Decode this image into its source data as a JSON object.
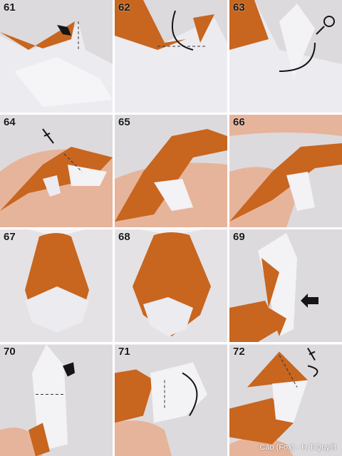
{
  "steps": [
    {
      "number": "61"
    },
    {
      "number": "62"
    },
    {
      "number": "63"
    },
    {
      "number": "64"
    },
    {
      "number": "65"
    },
    {
      "number": "66"
    },
    {
      "number": "67"
    },
    {
      "number": "68"
    },
    {
      "number": "69"
    },
    {
      "number": "70"
    },
    {
      "number": "71"
    },
    {
      "number": "72"
    }
  ],
  "caption": "Cáo (Fox) - H.T.Quyết",
  "colors": {
    "paper_orange": "#c8651e",
    "paper_white": "#ecebf0",
    "skin": "#e6b49a",
    "background": "#e4e2e5",
    "arrow": "#151515"
  },
  "icons": [
    "push-arrow-icon",
    "fold-arrow-icon",
    "curved-arrow-icon",
    "eye-view-icon",
    "valley-fold-line-icon"
  ]
}
